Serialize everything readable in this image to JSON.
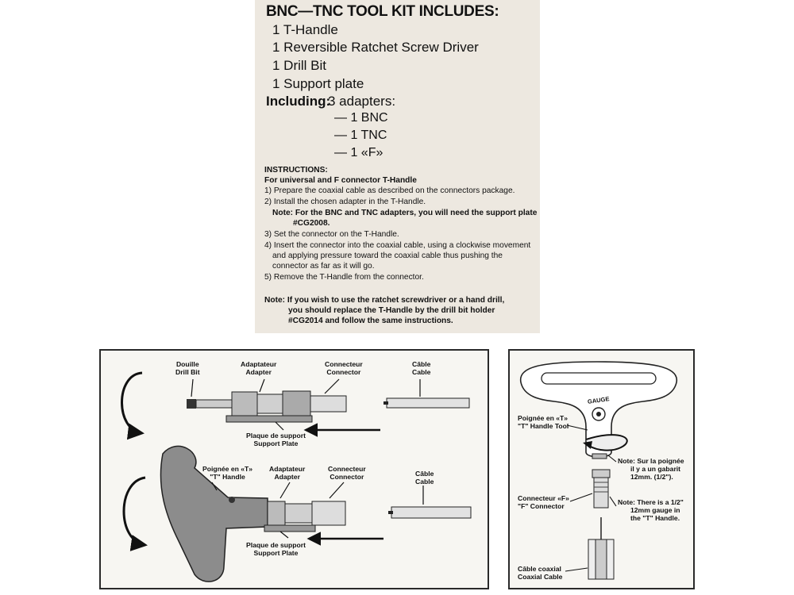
{
  "kit": {
    "title": "BNC—TNC TOOL KIT INCLUDES:",
    "items": [
      "1 T-Handle",
      "1 Reversible Ratchet Screw Driver",
      "1 Drill Bit",
      "1 Support plate"
    ],
    "including_label": "Including:",
    "including_head": "3 adapters:",
    "adapters": [
      "— 1 BNC",
      "— 1 TNC",
      "— 1 «F»"
    ]
  },
  "instructions": {
    "heading": "INSTRUCTIONS:",
    "subheading": "For universal and F connector T-Handle",
    "steps": [
      "1) Prepare the coaxial cable as described on the connectors package.",
      "2) Install the chosen adapter in the T-Handle.",
      "Note: For the BNC and TNC adapters, you will need the support plate",
      "#CG2008.",
      "3) Set the connector on the T-Handle.",
      "4) Insert the connector into the coaxial cable, using a clockwise movement",
      "and applying pressure toward the coaxial cable thus pushing the",
      "connector as far as it will go.",
      "5) Remove the T-Handle from the connector."
    ],
    "note": [
      "Note: If you wish to use the ratchet screwdriver or a hand drill,",
      "you should replace the T-Handle by the drill bit holder",
      "#CG2014 and follow the same instructions."
    ]
  },
  "diagram_left": {
    "top": {
      "drill_bit": [
        "Douille",
        "Drill Bit"
      ],
      "adapter": [
        "Adaptateur",
        "Adapter"
      ],
      "connector": [
        "Connecteur",
        "Connector"
      ],
      "cable": [
        "Câble",
        "Cable"
      ],
      "support_plate": [
        "Plaque de support",
        "Support Plate"
      ]
    },
    "bottom": {
      "t_handle": [
        "Poignée en «T»",
        "\"T\" Handle"
      ],
      "adapter": [
        "Adaptateur",
        "Adapter"
      ],
      "connector": [
        "Connecteur",
        "Connector"
      ],
      "cable": [
        "Câble",
        "Cable"
      ],
      "support_plate": [
        "Plaque de support",
        "Support Plate"
      ]
    }
  },
  "diagram_right": {
    "gauge": "GAUGE",
    "t_handle_tool": [
      "Poignée en «T»",
      "\"T\" Handle Tool"
    ],
    "note_fr": [
      "Note: Sur la poignée",
      "il y a un gabarit",
      "12mm. (1/2\")."
    ],
    "f_connector": [
      "Connecteur «F»",
      "\"F\" Connector"
    ],
    "note_en": [
      "Note: There is a 1/2\"",
      "12mm gauge in",
      "the \"T\" Handle."
    ],
    "coax_cable": [
      "Câble coaxial",
      "Coaxial Cable"
    ]
  }
}
